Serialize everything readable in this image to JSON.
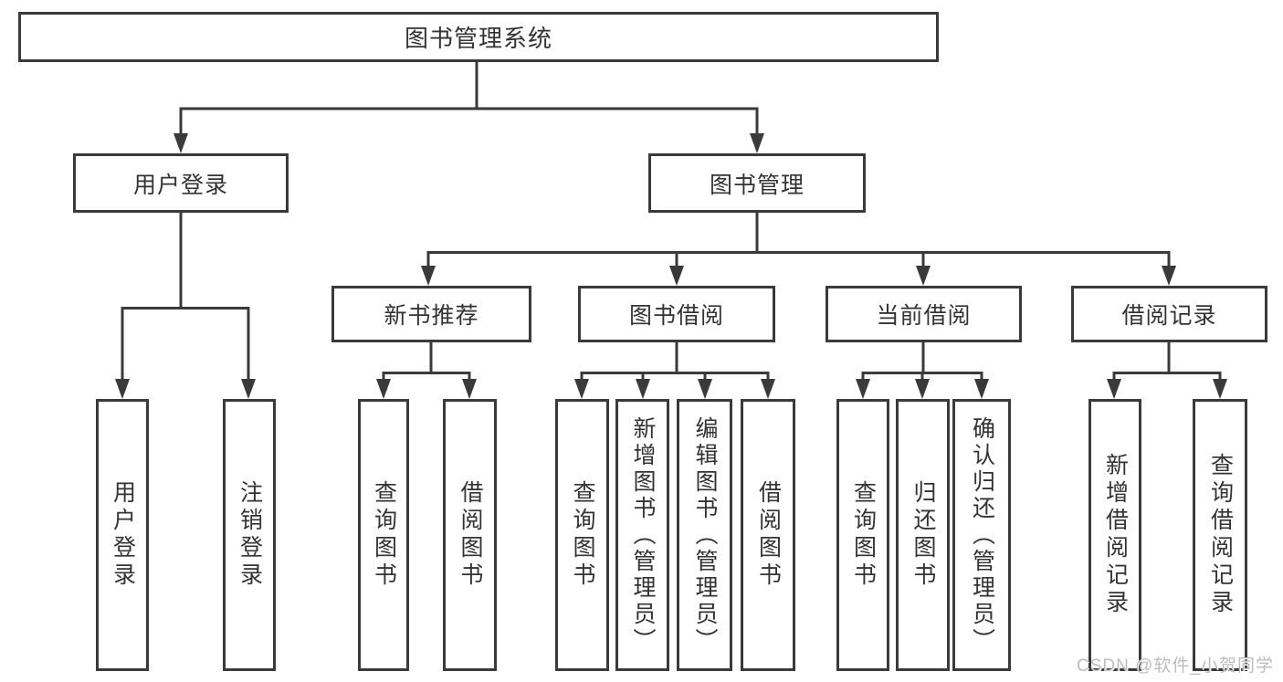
{
  "diagram": {
    "root": "图书管理系统",
    "level2": {
      "user_login": "用户登录",
      "book_management": "图书管理"
    },
    "level3": {
      "new_book_recommend": "新书推荐",
      "book_borrow": "图书借阅",
      "current_borrow": "当前借阅",
      "borrow_records": "借阅记录"
    },
    "leaves": {
      "user_login": "用户登录",
      "logout": "注销登录",
      "nbr_query": "查询图书",
      "nbr_borrow": "借阅图书",
      "bb_query": "查询图书",
      "bb_add": "新增图书（管理员）",
      "bb_edit": "编辑图书（管理员）",
      "bb_borrow": "借阅图书",
      "cb_query": "查询图书",
      "cb_return": "归还图书",
      "cb_confirm": "确认归还（管理员）",
      "br_add": "新增借阅记录",
      "br_query": "查询借阅记录"
    }
  },
  "watermark": "CSDN @软件_小贺同学",
  "colors": {
    "line": "#3a3a3a",
    "text": "#333333",
    "watermark": "#bdbdbd",
    "background": "#ffffff"
  }
}
